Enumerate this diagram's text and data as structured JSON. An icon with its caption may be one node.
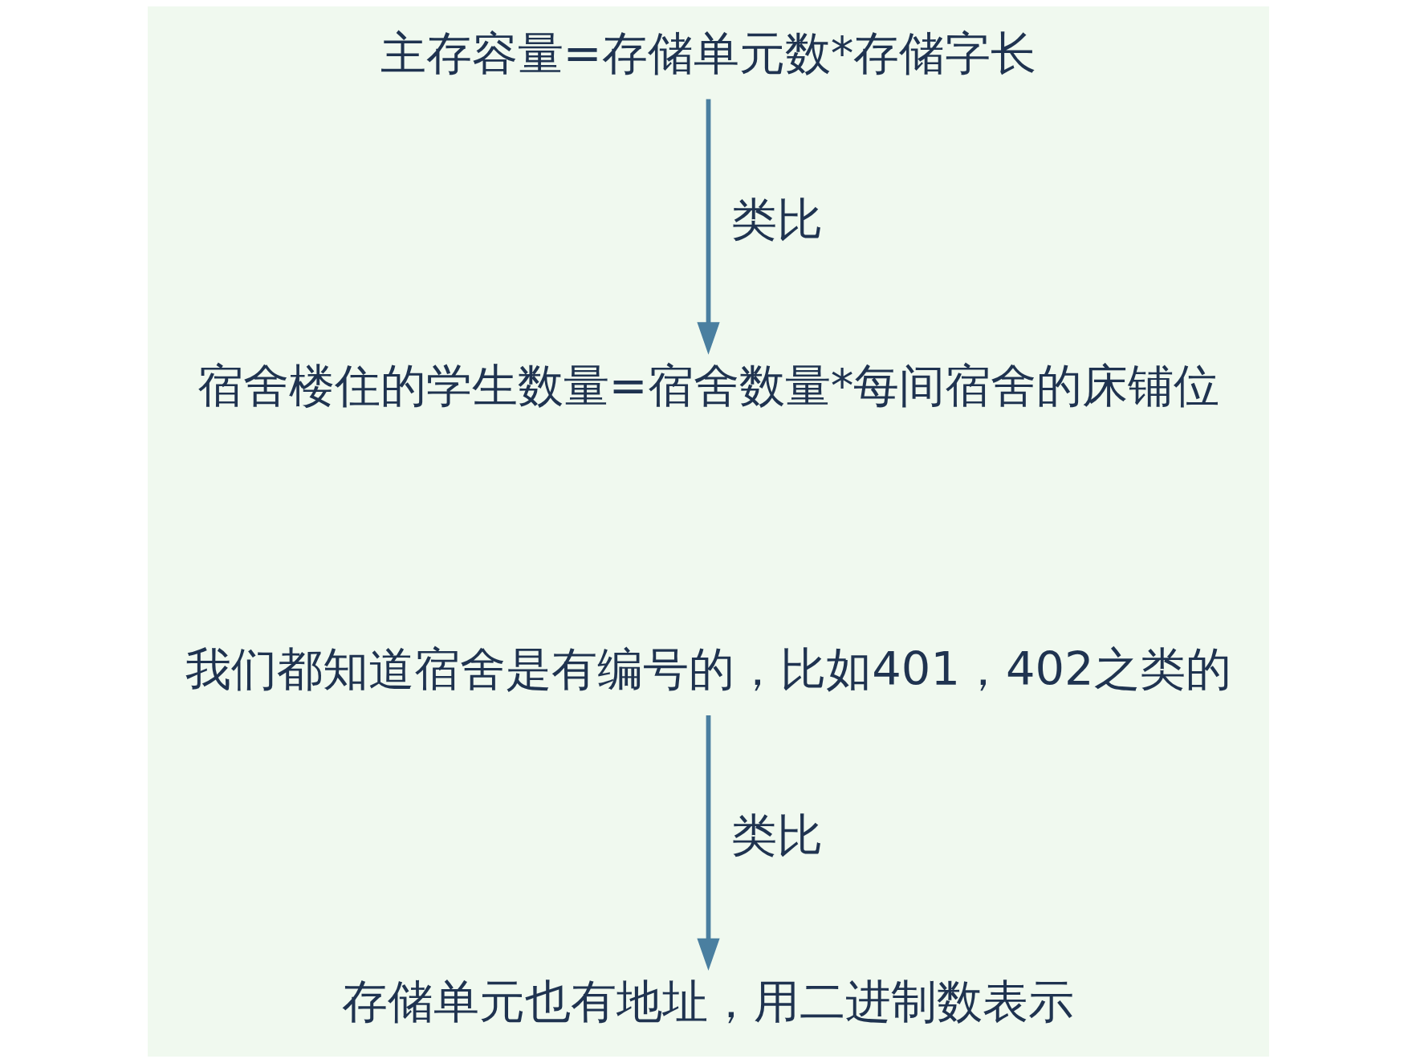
{
  "diagram": {
    "nodes": [
      {
        "text": [
          "主存容量=存储单元数*存储字长"
        ]
      },
      {
        "text": [
          "宿舍楼住的学生数量=宿舍数量*每间宿舍的床铺位"
        ]
      },
      {
        "text": [
          "我们都知道宿舍是有编号的，比如401，402之类的"
        ]
      },
      {
        "text": [
          "存储单元也有地址，用二进制数表示"
        ]
      }
    ],
    "edges": [
      {
        "from": 0,
        "to": 1,
        "arrow": "to",
        "label": "类比"
      },
      {
        "from": 2,
        "to": 3,
        "arrow": "to",
        "label": "类比"
      }
    ]
  }
}
